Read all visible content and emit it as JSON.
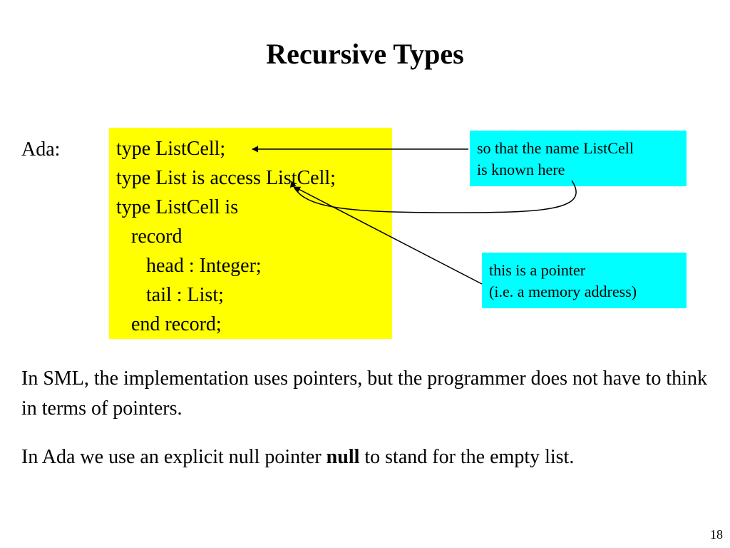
{
  "slide": {
    "title": "Recursive Types",
    "language_label": "Ada:",
    "page_number": "18"
  },
  "code_box": {
    "color": "#ffff00",
    "lines": [
      "type ListCell;",
      "type List is access ListCell;",
      "type ListCell is",
      "   record",
      "      head : Integer;",
      "      tail : List;",
      "   end record;"
    ]
  },
  "callouts": {
    "color": "#00ffff",
    "name_known": {
      "line1": "so that the name ListCell",
      "line2": "is known here"
    },
    "pointer": {
      "line1": "this is a pointer",
      "line2": "(i.e. a memory address)"
    }
  },
  "paragraphs": {
    "sml": "In SML, the implementation uses pointers, but the programmer does not have to think in terms of pointers.",
    "ada_before": "In Ada we use an explicit null pointer ",
    "ada_bold": "null",
    "ada_after": " to stand for the empty list."
  }
}
